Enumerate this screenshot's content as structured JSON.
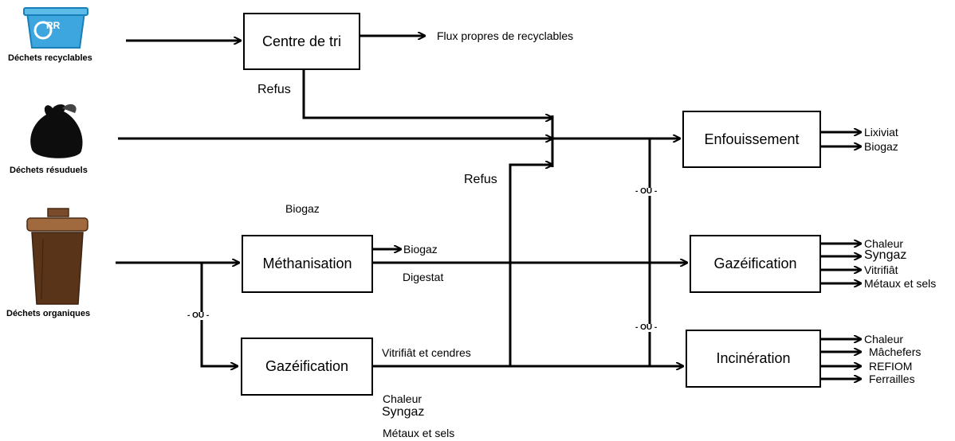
{
  "sources": {
    "recyclables": "Déchets recyclables",
    "residuels": "Déchets résuduels",
    "organiques": "Déchets organiques",
    "bin_logo": "RR"
  },
  "boxes": {
    "centre_tri": "Centre de tri",
    "methanisation": "Méthanisation",
    "gazeification_left": "Gazéification",
    "enfouissement": "Enfouissement",
    "gazeification_right": "Gazéification",
    "incineration": "Incinération"
  },
  "labels": {
    "flux_propres": "Flux propres de recyclables",
    "refus_top": "Refus",
    "refus_mid": "Refus",
    "biogaz_floating": "Biogaz",
    "biogaz_meth": "Biogaz",
    "digestat": "Digestat",
    "vitrifiat_cendres": "Vitrifiât et cendres",
    "chaleur_bottom": "Chaleur",
    "syngaz_bottom": "Syngaz",
    "metaux_bottom": "Métaux et sels",
    "ou": "- OU -"
  },
  "outputs": {
    "enfouissement": [
      "Lixiviat",
      "Biogaz"
    ],
    "gazeification": [
      "Chaleur",
      "Syngaz",
      "Vitrifiât",
      "Métaux et sels"
    ],
    "incineration": [
      "Chaleur",
      "Mâchefers",
      "REFIOM",
      "Ferrailles"
    ]
  }
}
